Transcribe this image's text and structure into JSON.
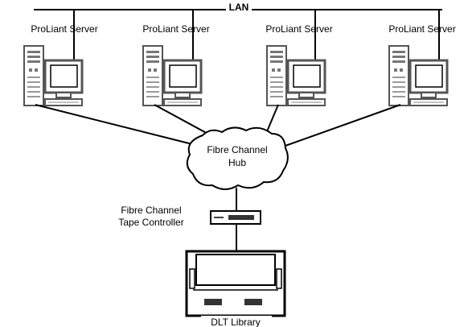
{
  "lan": {
    "label": "LAN"
  },
  "servers": [
    {
      "label": "ProLiant Server"
    },
    {
      "label": "ProLiant Server"
    },
    {
      "label": "ProLiant Server"
    },
    {
      "label": "ProLiant Server"
    }
  ],
  "hub": {
    "line1": "Fibre Channel",
    "line2": "Hub"
  },
  "tape_controller": {
    "line1": "Fibre Channel",
    "line2": "Tape Controller"
  },
  "library": {
    "label": "DLT Library"
  },
  "colors": {
    "line": "#000000",
    "monitor_fill": "#ffffff",
    "tower": "#555555"
  }
}
